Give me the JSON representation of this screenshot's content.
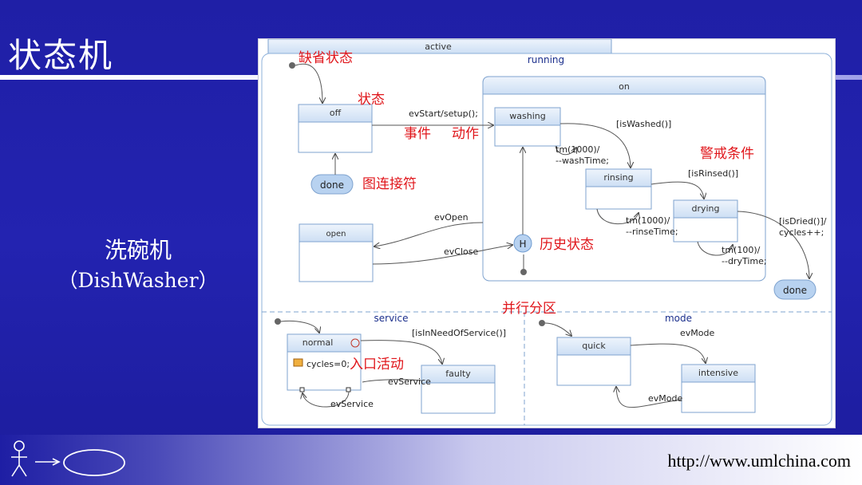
{
  "slide": {
    "title": "状态机",
    "subtitle_line1": "洗碗机",
    "subtitle_line2": "（DishWasher）",
    "url": "http://www.umlchina.com"
  },
  "diagram": {
    "active_label": "active",
    "regions": {
      "running": "running",
      "service": "service",
      "mode": "mode"
    },
    "states": {
      "off": "off",
      "on": "on",
      "washing": "washing",
      "rinsing": "rinsing",
      "drying": "drying",
      "open": "open",
      "done_left": "done",
      "done_right": "done",
      "history": "H",
      "normal": "normal",
      "faulty": "faulty",
      "quick": "quick",
      "intensive": "intensive",
      "normal_entry": "cycles=0;"
    },
    "transitions": {
      "evStart": "evStart/setup();",
      "isWashed": "[isWashed()]",
      "tm1000_wash_1": "tm(1000)/",
      "tm1000_wash_2": "--washTime;",
      "isRinsed": "[isRinsed()]",
      "tm1000_rinse_1": "tm(1000)/",
      "tm1000_rinse_2": "--rinseTime;",
      "isDried_1": "[isDried()]/",
      "isDried_2": "cycles++;",
      "tm100_1": "tm(100)/",
      "tm100_2": "--dryTime;",
      "evOpen": "evOpen",
      "evClose": "evClose",
      "isInNeedOfService": "[isInNeedOfService()]",
      "evService_top": "evService",
      "evService_bottom": "evService",
      "evMode_top": "evMode",
      "evMode_bottom": "evMode"
    },
    "annotations": {
      "default_state": "缺省状态",
      "state": "状态",
      "event": "事件",
      "action": "动作",
      "guard": "警戒条件",
      "connector": "图连接符",
      "history": "历史状态",
      "concurrent": "并行分区",
      "entry": "入口活动"
    }
  },
  "colors": {
    "background": "#2121aa",
    "state_fill": "#ffffff",
    "state_header": "#dde8f8",
    "state_border": "#6f9bd0",
    "annotation": "#e0161b",
    "region_label": "#1b2f8c"
  }
}
